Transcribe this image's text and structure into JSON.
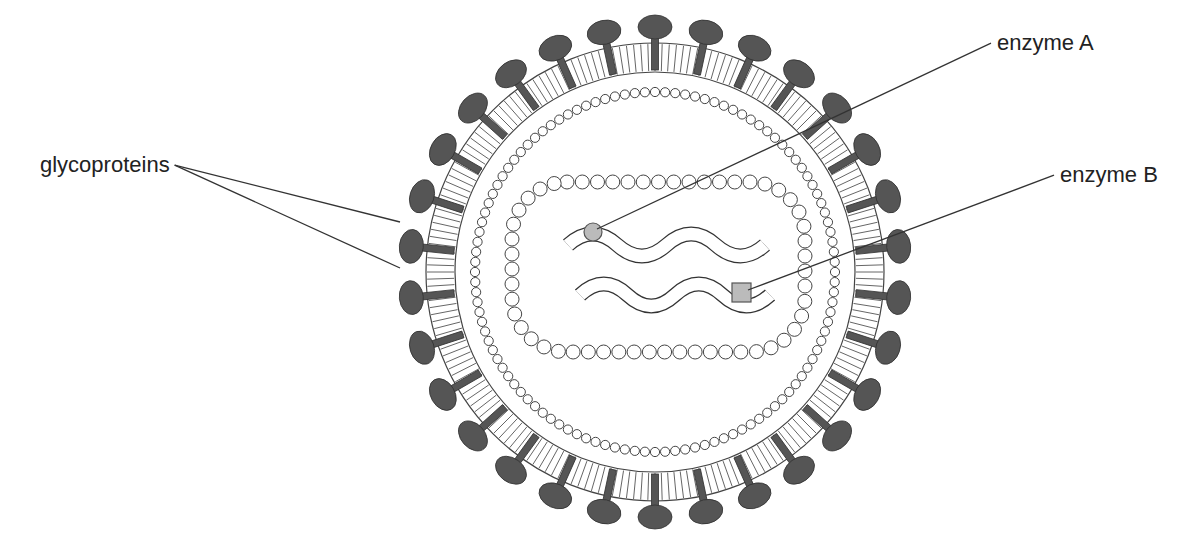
{
  "diagram": {
    "labels": [
      "glycoproteins",
      "enzyme A",
      "enzyme B"
    ]
  }
}
